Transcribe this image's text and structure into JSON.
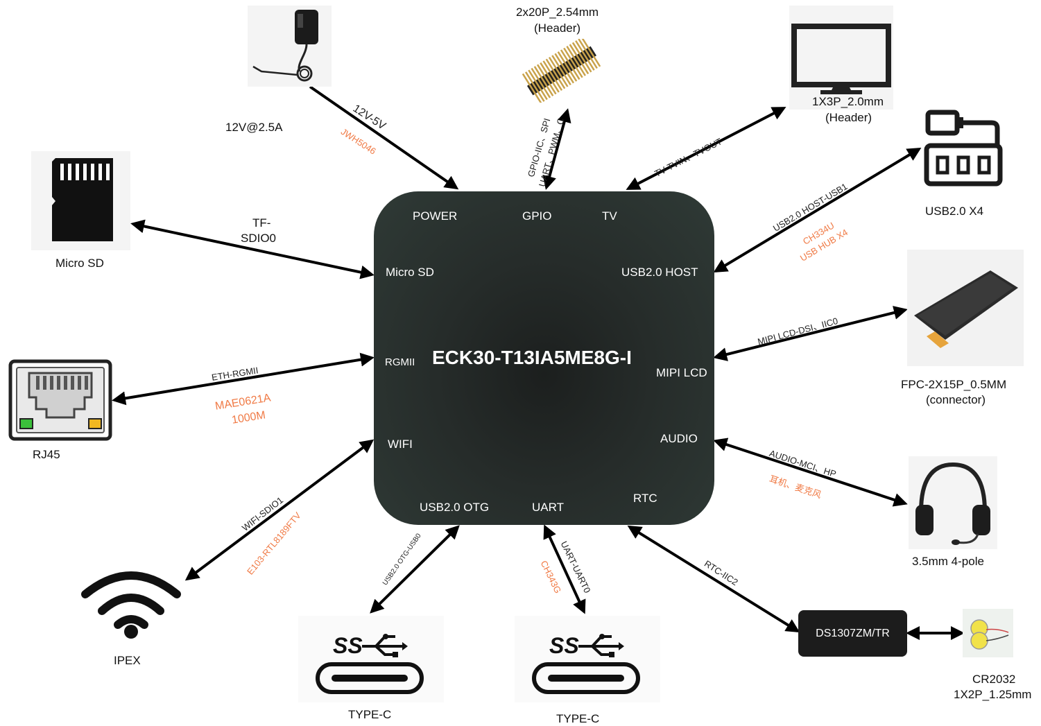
{
  "chip": {
    "title": "ECK30-T13IA5ME8G-I",
    "ports": {
      "power": "POWER",
      "gpio": "GPIO",
      "tv": "TV",
      "microsd": "Micro SD",
      "usb_host": "USB2.0 HOST",
      "rgmii": "RGMII",
      "mipi_lcd": "MIPI LCD",
      "wifi": "WIFI",
      "audio": "AUDIO",
      "usb_otg": "USB2.0 OTG",
      "uart": "UART",
      "rtc": "RTC"
    }
  },
  "peripherals": {
    "power": {
      "label": "12V@2.5A"
    },
    "header": {
      "label1": "2x20P_2.54mm",
      "label2": "(Header)"
    },
    "tv": {
      "label1": "1X3P_2.0mm",
      "label2": "(Header)"
    },
    "usb_hub": {
      "label": "USB2.0 X4"
    },
    "microsd": {
      "label": "Micro SD"
    },
    "lcd": {
      "label1": "FPC-2X15P_0.5MM",
      "label2": "(connector)"
    },
    "rj45": {
      "label": "RJ45"
    },
    "headphone": {
      "label": "3.5mm 4-pole"
    },
    "ipex": {
      "label": "IPEX"
    },
    "typec_otg": {
      "label": "TYPE-C"
    },
    "typec_uart": {
      "label": "TYPE-C"
    },
    "rtc_chip": {
      "label": "DS1307ZM/TR"
    },
    "battery": {
      "label1": "CR2032",
      "label2": "1X2P_1.25mm"
    }
  },
  "links": {
    "power": {
      "a": "12V-5V",
      "b": "JWH5046"
    },
    "gpio": {
      "a": "GPIO-IIC、SPI",
      "b": "UART、PWM、C"
    },
    "tv": {
      "a": "TV-TVIN、TVOUT"
    },
    "usb_host": {
      "a": "USB2.0 HOST-USB1",
      "b1": "CH334U",
      "b2": "USB HUB X4"
    },
    "microsd": {
      "a1": "TF-",
      "a2": "SDIO0"
    },
    "mipi": {
      "a": "MIPI LCD-DSI、IIC0"
    },
    "eth": {
      "a": "ETH-RGMII",
      "b1": "MAE0621A",
      "b2": "1000M"
    },
    "audio": {
      "a": "AUDIO-MCI、HP",
      "b": "耳机、麦克风"
    },
    "wifi": {
      "a": "WIFI-SDIO1",
      "b": "E103-RTL8189FTV"
    },
    "otg": {
      "a": "USB2.0 OTG-USB0"
    },
    "uart": {
      "a": "UART-UART0",
      "b": "CH343G"
    },
    "rtc": {
      "a": "RTC-IIC2"
    }
  },
  "colors": {
    "chip": "#2f3a36",
    "accent": "#f07a45",
    "arrow": "#000000"
  },
  "icons": [
    "power-adapter-icon",
    "pin-header-icon",
    "monitor-icon",
    "usb-hub-icon",
    "microsd-icon",
    "lcd-panel-icon",
    "rj45-icon",
    "headphone-icon",
    "wifi-icon",
    "usb-typec-icon",
    "coin-battery-icon"
  ]
}
